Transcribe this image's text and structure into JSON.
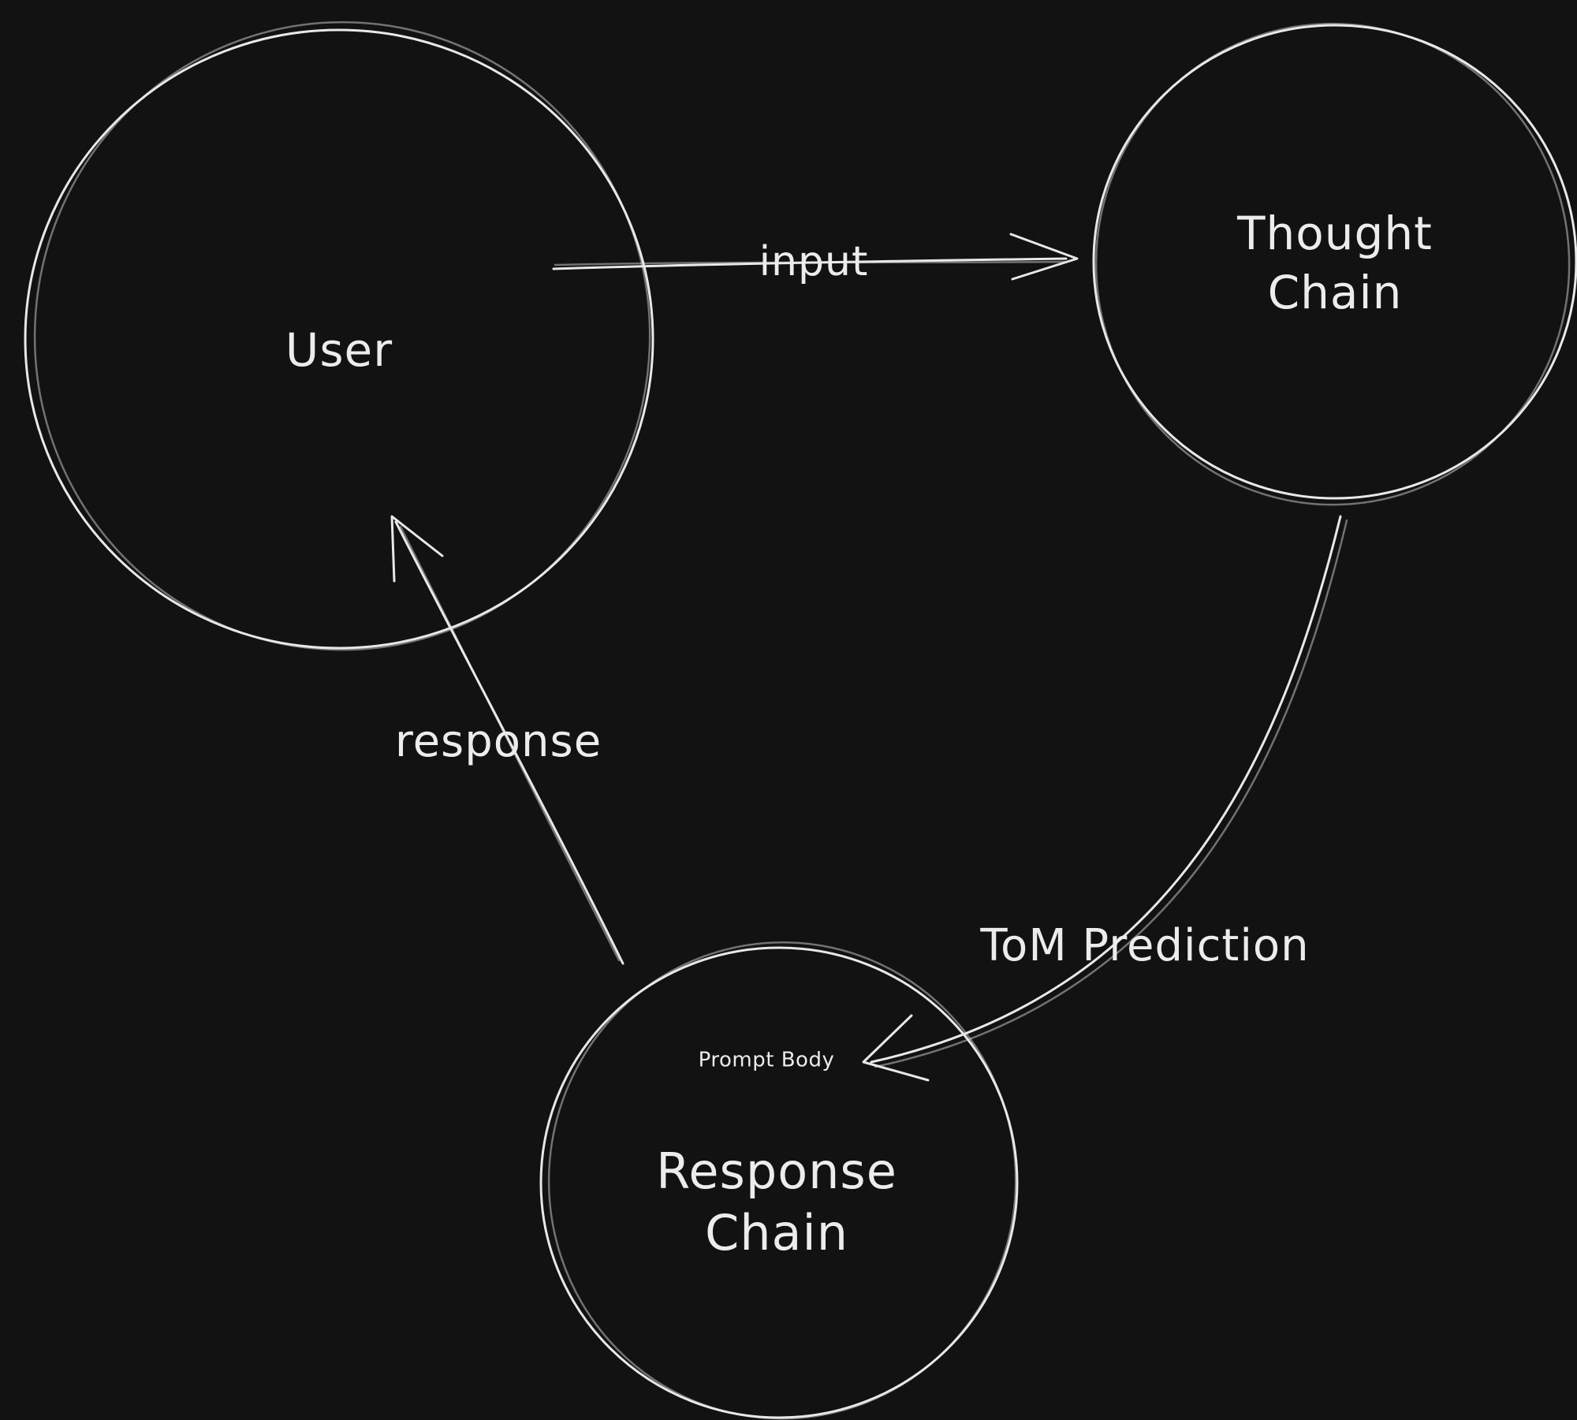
{
  "diagram": {
    "background": "#121212",
    "stroke_color": "#e8e8e8",
    "text_color": "#ececec",
    "style": "hand-drawn whiteboard sketch",
    "nodes": [
      {
        "id": "user",
        "shape": "circle",
        "label": "User"
      },
      {
        "id": "thought-chain",
        "shape": "circle",
        "label": "Thought Chain",
        "lines": [
          "Thought",
          "Chain"
        ]
      },
      {
        "id": "response-chain",
        "shape": "circle",
        "label": "Response Chain",
        "lines": [
          "Response",
          "Chain"
        ],
        "note": "Prompt Body"
      }
    ],
    "edges": [
      {
        "from": "user",
        "to": "thought-chain",
        "label": "input",
        "kind": "straight-arrow"
      },
      {
        "from": "response-chain",
        "to": "user",
        "label": "response",
        "kind": "straight-arrow"
      },
      {
        "from": "thought-chain",
        "to": "response-chain",
        "label": "ToM Prediction",
        "kind": "curved-arrow",
        "points_at": "Prompt Body"
      }
    ]
  }
}
